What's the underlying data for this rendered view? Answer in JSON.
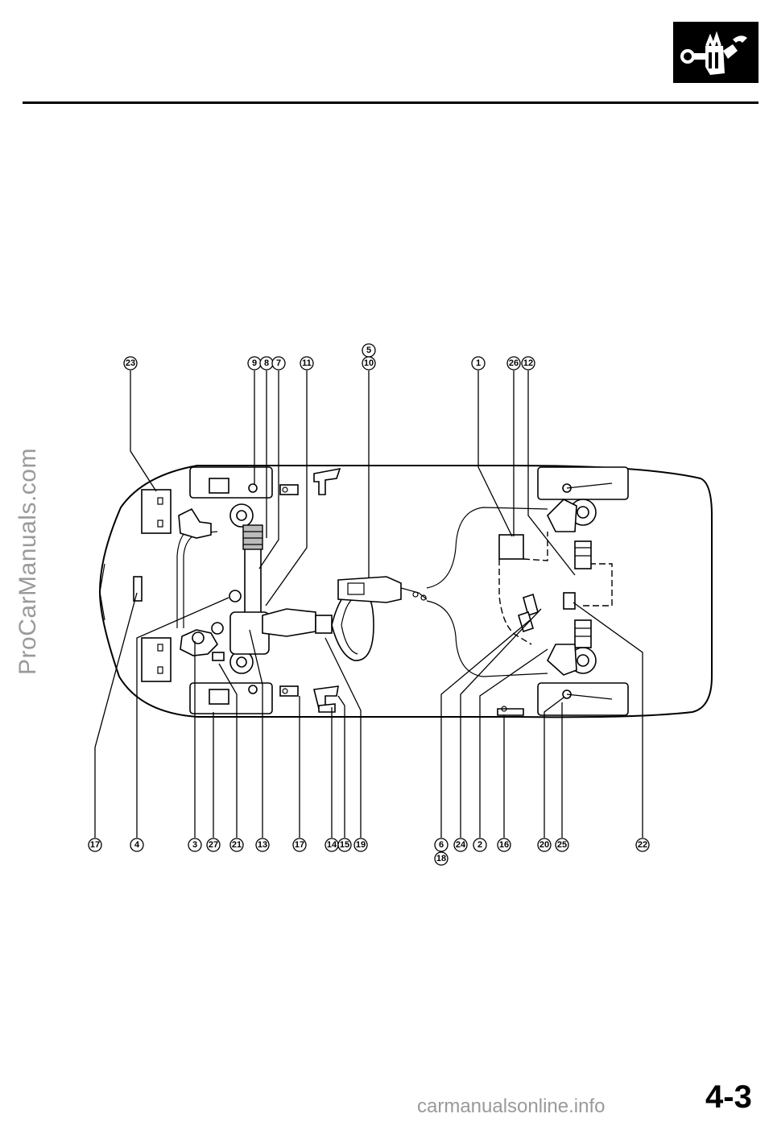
{
  "header": {
    "logo_icon": "wrench-fist-icon"
  },
  "watermarks": {
    "side": "ProCarManuals.com",
    "bottom": "carmanualsonline.info"
  },
  "page_number": "4-3",
  "callouts": {
    "top": [
      {
        "id": "c23t",
        "label": "23"
      },
      {
        "id": "c9",
        "label": "9"
      },
      {
        "id": "c8",
        "label": "8"
      },
      {
        "id": "c7",
        "label": "7"
      },
      {
        "id": "c11",
        "label": "11"
      },
      {
        "id": "c5",
        "label": "5"
      },
      {
        "id": "c10",
        "label": "10"
      },
      {
        "id": "c1",
        "label": "1"
      },
      {
        "id": "c26",
        "label": "26"
      },
      {
        "id": "c12",
        "label": "12"
      }
    ],
    "bottom": [
      {
        "id": "c17a",
        "label": "17"
      },
      {
        "id": "c4",
        "label": "4"
      },
      {
        "id": "c3",
        "label": "3"
      },
      {
        "id": "c27",
        "label": "27"
      },
      {
        "id": "c21",
        "label": "21"
      },
      {
        "id": "c13",
        "label": "13"
      },
      {
        "id": "c17b",
        "label": "17"
      },
      {
        "id": "c14",
        "label": "14"
      },
      {
        "id": "c15",
        "label": "15"
      },
      {
        "id": "c19",
        "label": "19"
      },
      {
        "id": "c6",
        "label": "6"
      },
      {
        "id": "c18",
        "label": "18"
      },
      {
        "id": "c24",
        "label": "24"
      },
      {
        "id": "c2",
        "label": "2"
      },
      {
        "id": "c16",
        "label": "16"
      },
      {
        "id": "c20",
        "label": "20"
      },
      {
        "id": "c25",
        "label": "25"
      },
      {
        "id": "c22",
        "label": "22"
      }
    ]
  }
}
